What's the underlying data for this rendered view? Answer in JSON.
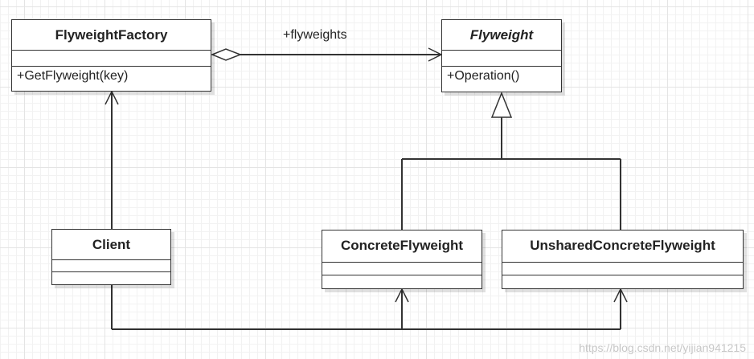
{
  "classes": {
    "flyweight_factory": {
      "name": "FlyweightFactory",
      "operation": "+GetFlyweight(key)"
    },
    "flyweight": {
      "name": "Flyweight",
      "operation": "+Operation()",
      "abstract": true
    },
    "client": {
      "name": "Client"
    },
    "concrete_flyweight": {
      "name": "ConcreteFlyweight"
    },
    "unshared_concrete_flyweight": {
      "name": "UnsharedConcreteFlyweight"
    }
  },
  "relations": {
    "aggregation_label": "+flyweights"
  },
  "watermark": "https://blog.csdn.net/yijian941215",
  "colors": {
    "line": "#333333",
    "grid": "#e4e4e4",
    "background": "#ffffff"
  }
}
